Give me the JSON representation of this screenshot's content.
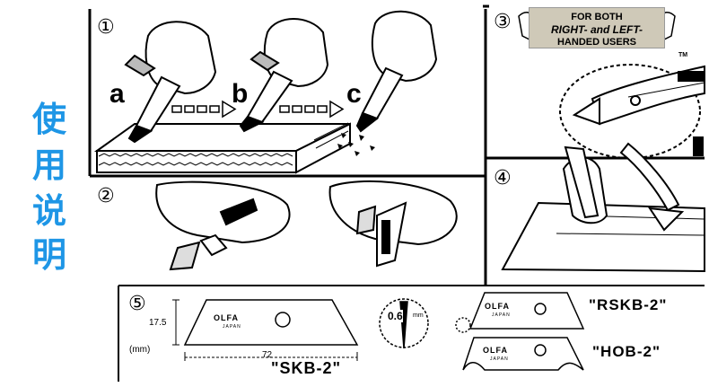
{
  "title_chars": [
    "使",
    "用",
    "说",
    "明"
  ],
  "steps": {
    "s1": "①",
    "s2": "②",
    "s3": "③",
    "s4": "④",
    "s5": "⑤"
  },
  "step1_letters": [
    "a",
    "b",
    "c"
  ],
  "badge": {
    "line1": "FOR BOTH",
    "line2": "RIGHT- and LEFT-",
    "line3": "HANDED USERS"
  },
  "trademark": "TM",
  "blade_brand": "OLFA",
  "blade_origin": "JAPAN",
  "skb": {
    "height_label": "17.5",
    "unit_label": "(mm)",
    "width_label": "72",
    "model": "\"SKB-2\""
  },
  "thickness": {
    "value": "0.6",
    "unit": "mm"
  },
  "rskb_model": "\"RSKB-2\"",
  "hob_model": "\"HOB-2\"",
  "colors": {
    "title_blue": "#1e96e6",
    "badge_bg": "#cfc9b8"
  }
}
